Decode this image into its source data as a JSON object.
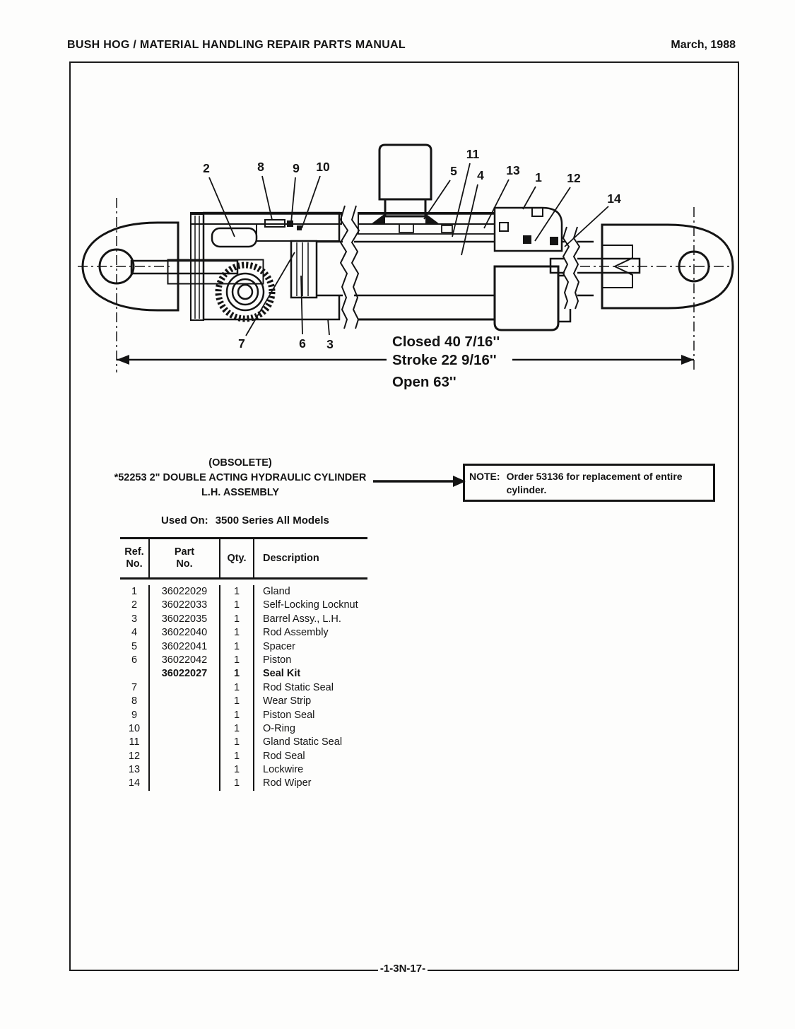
{
  "page": {
    "header": {
      "title": "BUSH HOG / MATERIAL HANDLING REPAIR PARTS MANUAL",
      "date": "March, 1988"
    },
    "footer_code": "-1-3N-17-"
  },
  "diagram": {
    "callouts": [
      "2",
      "8",
      "9",
      "10",
      "11",
      "5",
      "4",
      "13",
      "1",
      "12",
      "14",
      "7",
      "6",
      "3"
    ],
    "dimensions": {
      "closed": "Closed 40 7/16''",
      "stroke": "Stroke 22 9/16''",
      "open": "Open 63''"
    }
  },
  "title_block": {
    "obsolete": "(OBSOLETE)",
    "line1": "*52253 2\" DOUBLE ACTING HYDRAULIC CYLINDER",
    "line2": "L.H. ASSEMBLY"
  },
  "note": {
    "label": "NOTE:",
    "text": "Order 53136 for replacement of entire cylinder."
  },
  "used_on": {
    "label": "Used On:",
    "value": "3500 Series All Models"
  },
  "parts_table": {
    "headers": {
      "ref1": "Ref.",
      "ref2": "No.",
      "part1": "Part",
      "part2": "No.",
      "qty": "Qty.",
      "desc": "Description"
    },
    "rows": [
      {
        "ref": "1",
        "part": "36022029",
        "qty": "1",
        "desc": "Gland",
        "bold": false
      },
      {
        "ref": "2",
        "part": "36022033",
        "qty": "1",
        "desc": "Self-Locking Locknut",
        "bold": false
      },
      {
        "ref": "3",
        "part": "36022035",
        "qty": "1",
        "desc": "Barrel Assy., L.H.",
        "bold": false
      },
      {
        "ref": "4",
        "part": "36022040",
        "qty": "1",
        "desc": "Rod Assembly",
        "bold": false
      },
      {
        "ref": "5",
        "part": "36022041",
        "qty": "1",
        "desc": "Spacer",
        "bold": false
      },
      {
        "ref": "6",
        "part": "36022042",
        "qty": "1",
        "desc": "Piston",
        "bold": false
      },
      {
        "ref": "",
        "part": "36022027",
        "qty": "1",
        "desc": "Seal Kit",
        "bold": true
      },
      {
        "ref": "7",
        "part": "",
        "qty": "1",
        "desc": "Rod Static Seal",
        "bold": false
      },
      {
        "ref": "8",
        "part": "",
        "qty": "1",
        "desc": "Wear Strip",
        "bold": false
      },
      {
        "ref": "9",
        "part": "",
        "qty": "1",
        "desc": "Piston Seal",
        "bold": false
      },
      {
        "ref": "10",
        "part": "",
        "qty": "1",
        "desc": "O-Ring",
        "bold": false
      },
      {
        "ref": "11",
        "part": "",
        "qty": "1",
        "desc": "Gland Static Seal",
        "bold": false
      },
      {
        "ref": "12",
        "part": "",
        "qty": "1",
        "desc": "Rod Seal",
        "bold": false
      },
      {
        "ref": "13",
        "part": "",
        "qty": "1",
        "desc": "Lockwire",
        "bold": false
      },
      {
        "ref": "14",
        "part": "",
        "qty": "1",
        "desc": "Rod Wiper",
        "bold": false
      }
    ]
  }
}
